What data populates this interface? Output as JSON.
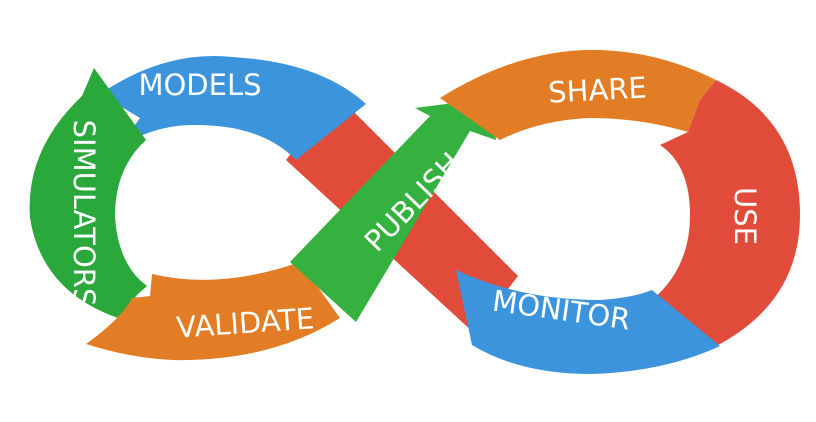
{
  "diagram": {
    "steps": [
      {
        "id": "models",
        "label": "MODELS",
        "color": "#3c94dc"
      },
      {
        "id": "simulators",
        "label": "SIMULATORS",
        "color": "#2aa83c"
      },
      {
        "id": "validate",
        "label": "VALIDATE",
        "color": "#e27d25"
      },
      {
        "id": "publish",
        "label": "PUBLISH",
        "color": "#34b13e"
      },
      {
        "id": "share",
        "label": "SHARE",
        "color": "#e27d25"
      },
      {
        "id": "use",
        "label": "USE",
        "color": "#e04b3a"
      },
      {
        "id": "monitor",
        "label": "MONITOR",
        "color": "#3c94dc"
      }
    ],
    "crossing_band_color": "#e04b3a"
  }
}
